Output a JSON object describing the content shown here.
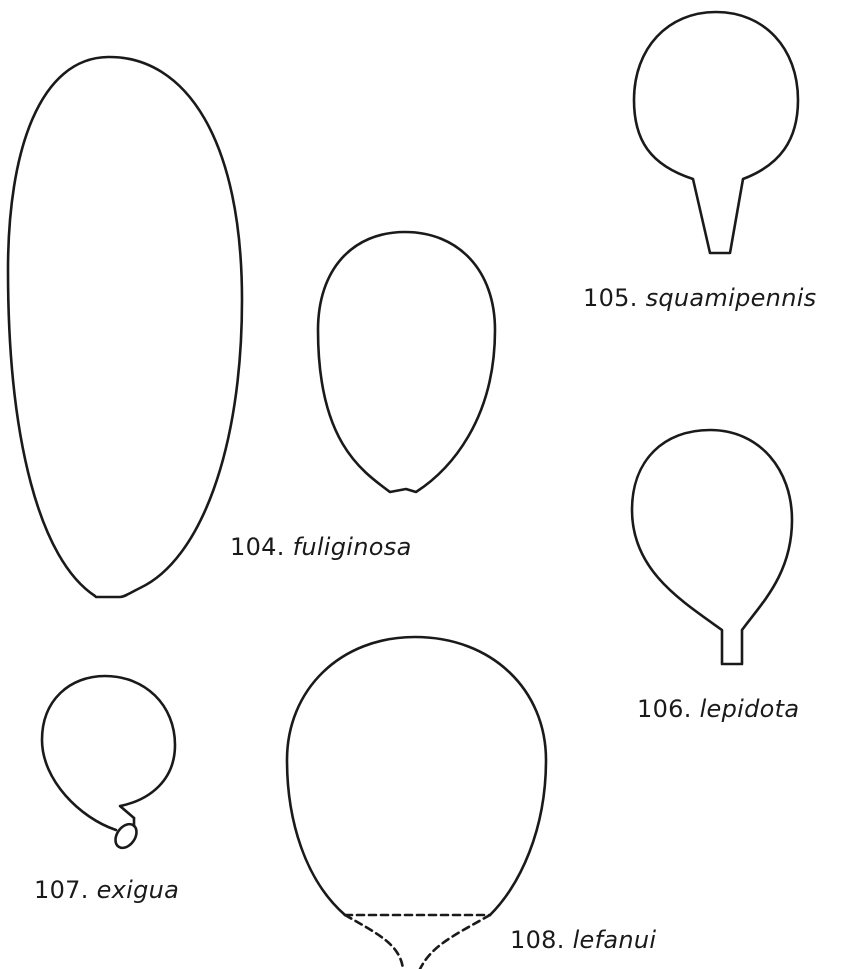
{
  "figures": [
    {
      "id": "fig-104",
      "number": "104.",
      "species": "fuliginosa"
    },
    {
      "id": "fig-105",
      "number": "105.",
      "species": "squamipennis"
    },
    {
      "id": "fig-106",
      "number": "106.",
      "species": "lepidota"
    },
    {
      "id": "fig-107",
      "number": "107.",
      "species": "exigua"
    },
    {
      "id": "fig-108",
      "number": "108.",
      "species": "lefanui"
    }
  ],
  "colors": {
    "ink": "#1a1a1a",
    "paper": "#ffffff"
  }
}
